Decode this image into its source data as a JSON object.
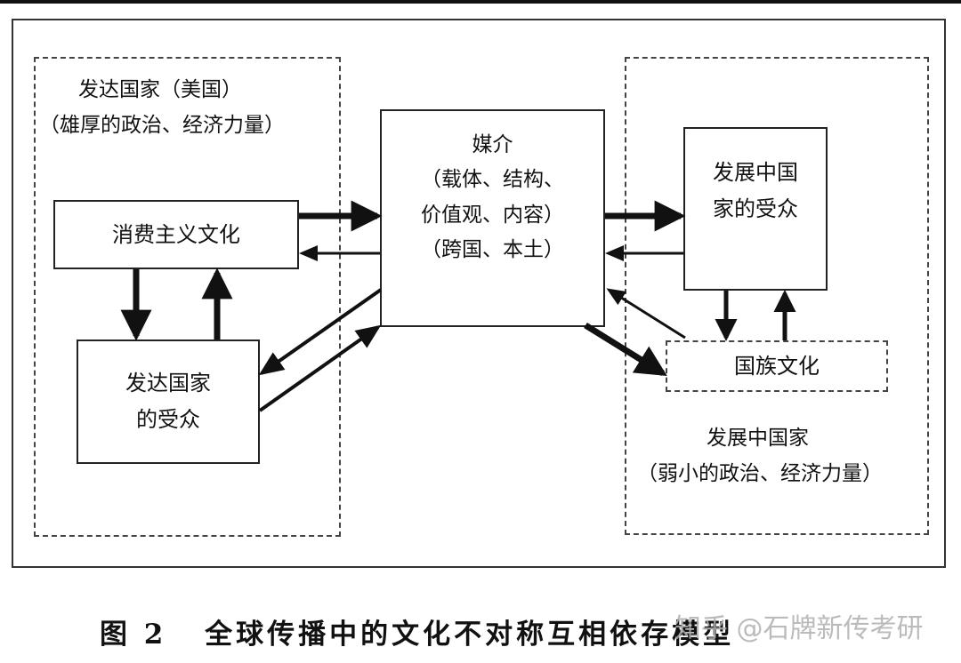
{
  "diagram": {
    "developed_region": {
      "title": "发达国家（美国）",
      "subtitle": "（雄厚的政治、经济力量）"
    },
    "consumerism_box": {
      "label": "消费主义文化"
    },
    "developed_audience_box": {
      "line1": "发达国家",
      "line2": "的受众"
    },
    "media_box": {
      "line1": "媒介",
      "line2": "（载体、结构、",
      "line3": "价值观、内容）",
      "line4": "（跨国、本土）"
    },
    "developing_audience_box": {
      "line1": "发展中国",
      "line2": "家的受众"
    },
    "national_culture_box": {
      "label": "国族文化"
    },
    "developing_region": {
      "title": "发展中国家",
      "subtitle": "（弱小的政治、经济力量）"
    }
  },
  "caption": {
    "figure_no": "图 2",
    "text": "全球传播中的文化不对称互相依存模型"
  },
  "watermark": "知乎 @石牌新传考研",
  "colors": {
    "line": "#111111",
    "background": "#ffffff",
    "watermark": "#b0b0b0"
  }
}
